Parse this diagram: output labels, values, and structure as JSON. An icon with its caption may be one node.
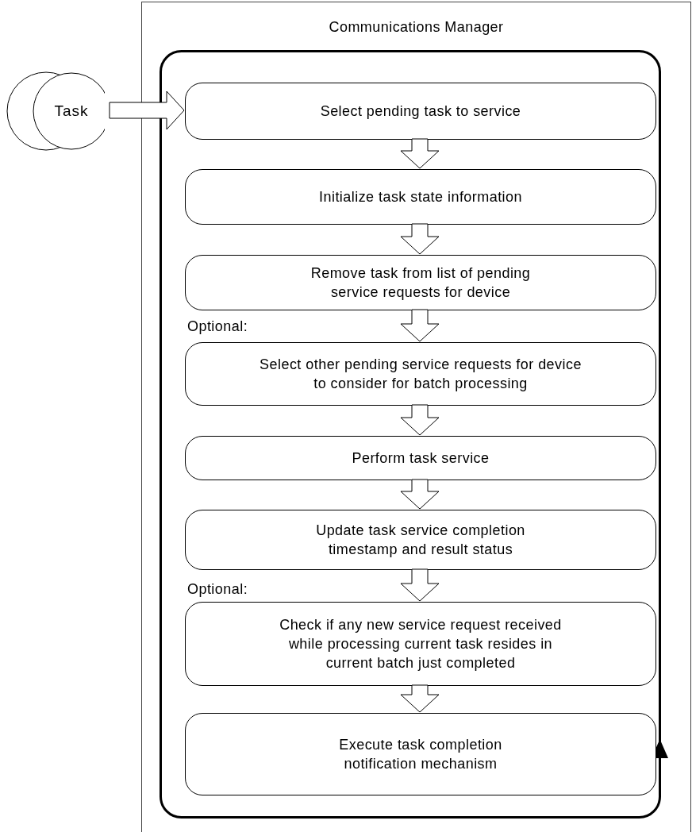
{
  "diagram": {
    "nodes": [
      {
        "text": [
          "Communications Manager"
        ]
      },
      {
        "text": [
          "Task"
        ]
      },
      {
        "text": [],
        "shape": "box",
        "in": 0
      },
      {
        "text": [
          "Select pending task to service"
        ],
        "in": 2
      },
      {
        "text": [
          "Initialize task state information"
        ],
        "in": 2
      },
      {
        "text": [
          "Remove task from list of pending service requests for device"
        ],
        "in": 2
      },
      {
        "text": [
          "Select other pending service requests for device to consider for batch processing"
        ],
        "in": 2
      },
      {
        "text": [
          "Perform task service"
        ],
        "in": 2
      },
      {
        "text": [
          "Update task service completion timestamp and result status"
        ],
        "in": 2
      },
      {
        "text": [
          "Check if any new service request received while processing current task resides in current batch just completed"
        ],
        "in": 2
      },
      {
        "text": [
          "Execute task completion notification mechanism"
        ],
        "in": 2
      }
    ],
    "edges": [
      {
        "from": 1,
        "to": 3,
        "arrow": "to"
      },
      {
        "from": 3,
        "to": 4,
        "arrow": "to"
      },
      {
        "from": 4,
        "to": 5,
        "arrow": "to"
      },
      {
        "from": 5,
        "to": 6,
        "arrow": "to"
      },
      {
        "from": 6,
        "to": 7,
        "arrow": "to"
      },
      {
        "from": 7,
        "to": 8,
        "arrow": "to"
      },
      {
        "from": 8,
        "to": 9,
        "arrow": "to"
      },
      {
        "from": 9,
        "to": 10,
        "arrow": "to"
      }
    ],
    "labels": [
      "Optional:",
      "Optional:"
    ]
  }
}
